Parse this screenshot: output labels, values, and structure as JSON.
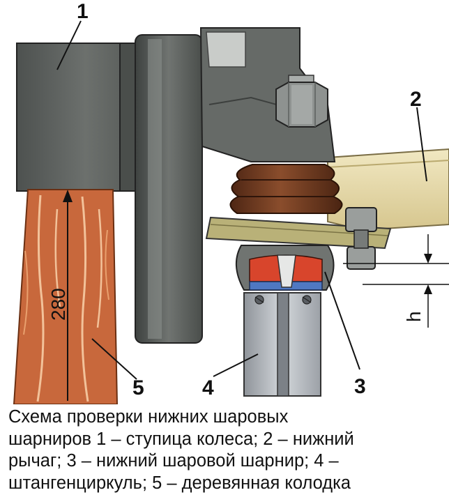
{
  "callouts": {
    "c1": "1",
    "c2": "2",
    "c3": "3",
    "c4": "4",
    "c5": "5"
  },
  "dimensions": {
    "block_height": "280",
    "gap": "h"
  },
  "caption": {
    "line1": "Схема проверки нижних шаровых",
    "line2": "шарниров 1 – ступица колеса; 2 – нижний",
    "line3": "рычаг; 3 – нижний шаровой шарнир; 4 –",
    "line4": "штангенциркуль; 5 – деревянная колодка"
  },
  "colors": {
    "hub": "#5f6360",
    "arm": "#e6d9a6",
    "boot": "#6b3a22",
    "wood": "#c8683c",
    "caliper": "#b9bec4",
    "joint_red": "#d8452c",
    "joint_blue": "#4f78c2"
  }
}
